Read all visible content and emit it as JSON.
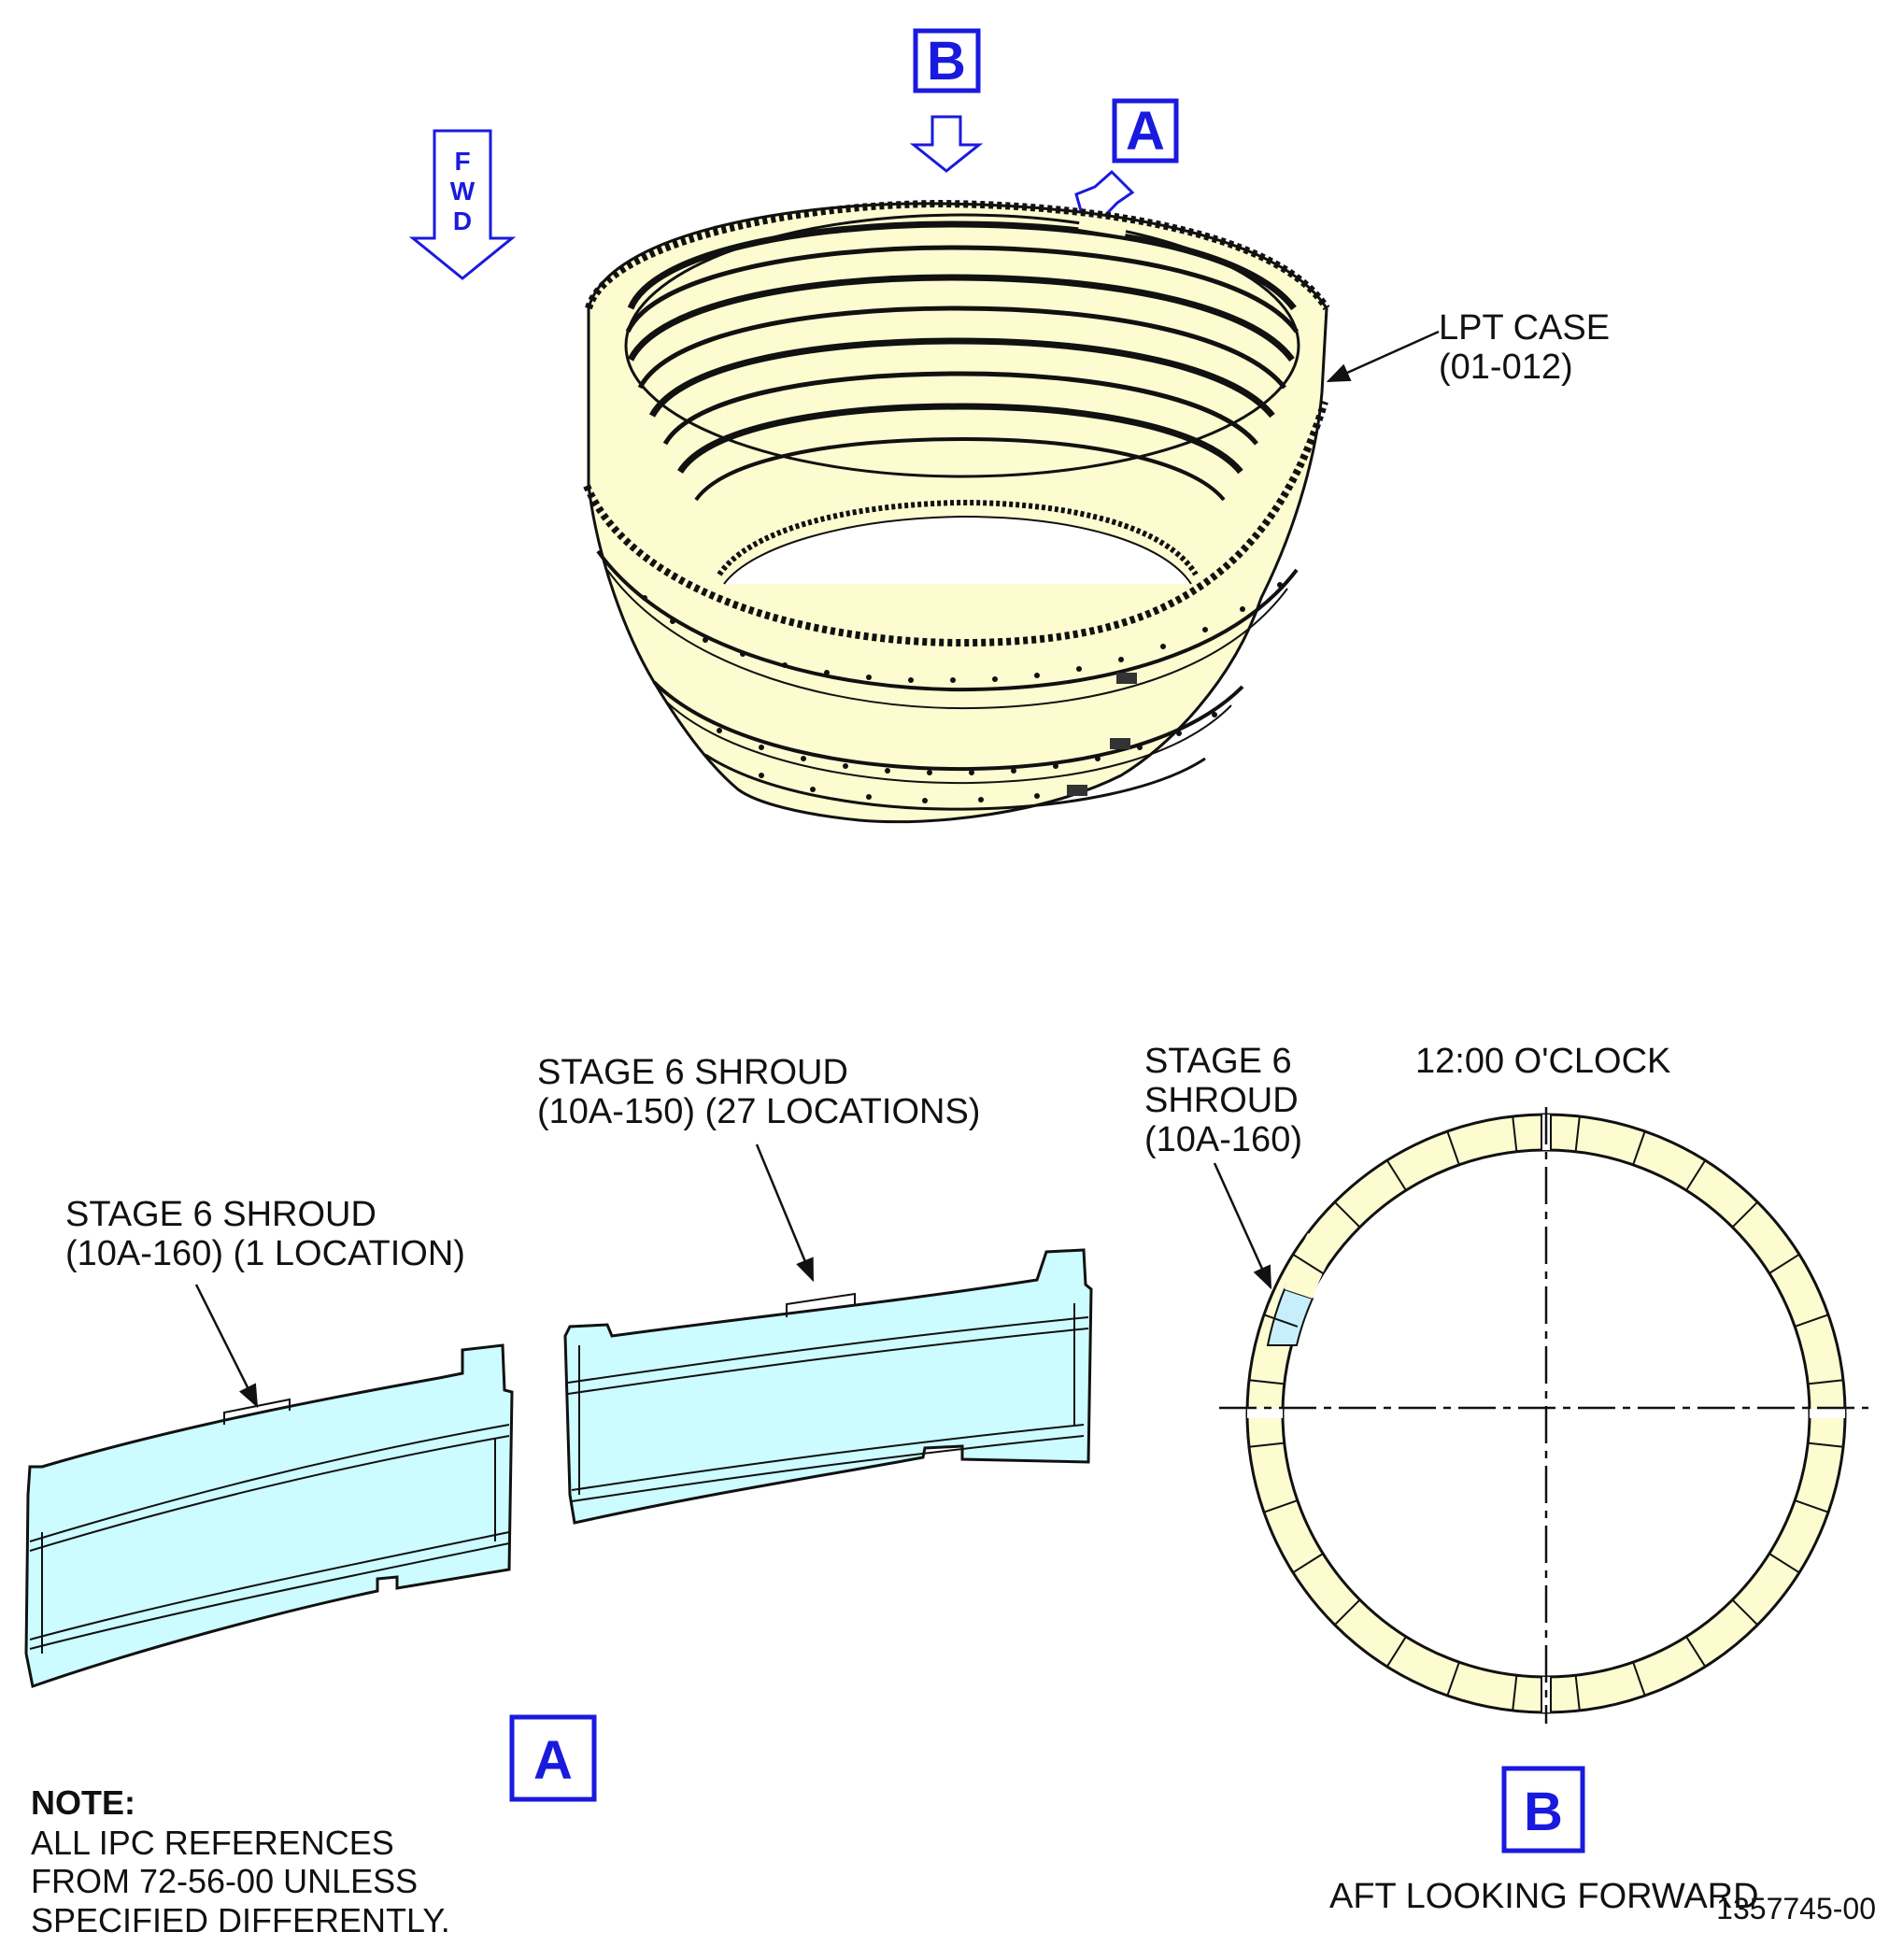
{
  "fwd": {
    "letters": [
      "F",
      "W",
      "D"
    ]
  },
  "callouts": {
    "top_b": "B",
    "top_a": "A",
    "view_a": "A",
    "view_b": "B"
  },
  "labels": {
    "lpt_case": [
      "LPT CASE",
      "(01-012)"
    ],
    "stage6_150": [
      "STAGE 6 SHROUD",
      "(10A-150) (27 LOCATIONS)"
    ],
    "stage6_160_a": [
      "STAGE 6 SHROUD",
      "(10A-160) (1 LOCATION)"
    ],
    "stage6_160_b": [
      "STAGE 6",
      "SHROUD",
      "(10A-160)"
    ],
    "clock": "12:00 O'CLOCK",
    "aft": "AFT LOOKING FORWARD"
  },
  "note": {
    "title": "NOTE:",
    "lines": [
      "ALL IPC REFERENCES",
      "FROM 72-56-00 UNLESS",
      "SPECIFIED DIFFERENTLY."
    ]
  },
  "doc_id": "1357745-00",
  "colors": {
    "callout_blue": "#1a1adf",
    "case_fill": "#fdfbd0",
    "shroud_fill": "#ccfcff",
    "highlight_fill": "#c7eefb",
    "line": "#111111"
  }
}
